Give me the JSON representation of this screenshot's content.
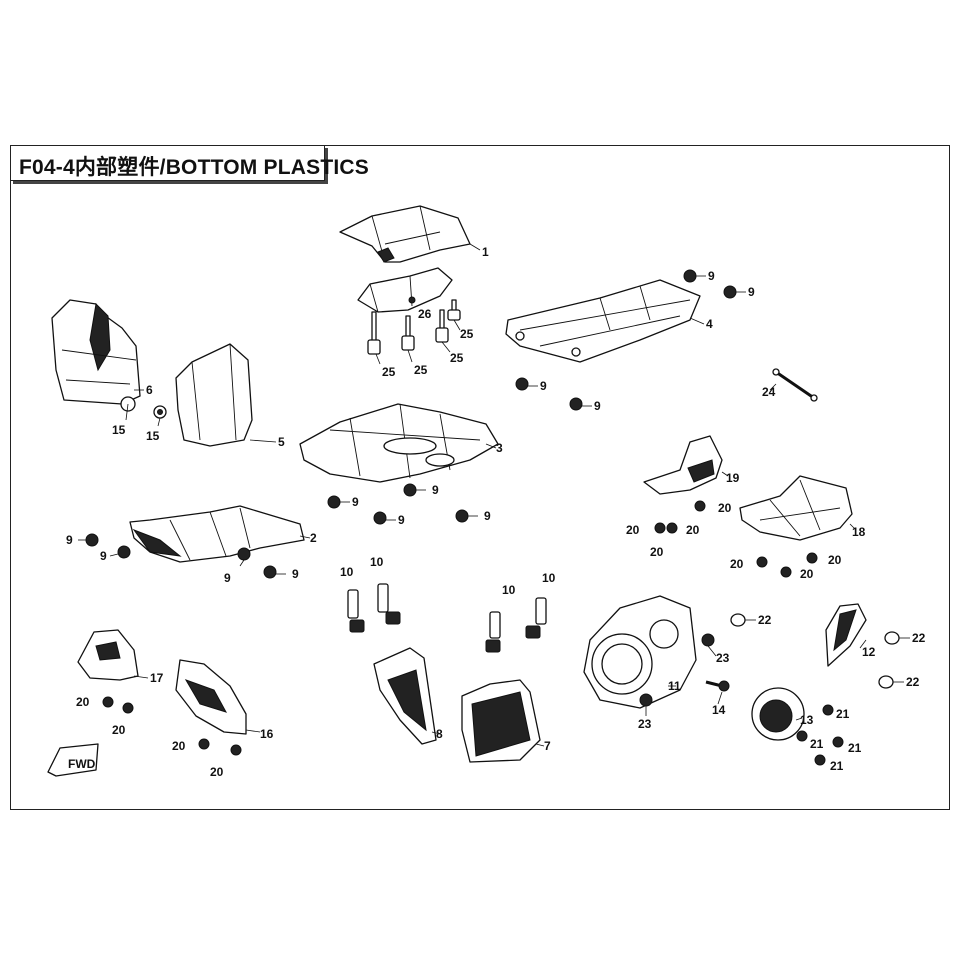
{
  "diagram": {
    "title": "F04-4内部塑件/BOTTOM PLASTICS",
    "fwd_badge": "FWD",
    "labels": [
      {
        "id": "l1",
        "text": "1"
      },
      {
        "id": "l2",
        "text": "2"
      },
      {
        "id": "l3",
        "text": "3"
      },
      {
        "id": "l4",
        "text": "4"
      },
      {
        "id": "l5",
        "text": "5"
      },
      {
        "id": "l6",
        "text": "6"
      },
      {
        "id": "l7",
        "text": "7"
      },
      {
        "id": "l8",
        "text": "8"
      },
      {
        "id": "l9a",
        "text": "9"
      },
      {
        "id": "l9b",
        "text": "9"
      },
      {
        "id": "l9c",
        "text": "9"
      },
      {
        "id": "l9d",
        "text": "9"
      },
      {
        "id": "l9e",
        "text": "9"
      },
      {
        "id": "l9f",
        "text": "9"
      },
      {
        "id": "l9g",
        "text": "9"
      },
      {
        "id": "l9h",
        "text": "9"
      },
      {
        "id": "l9i",
        "text": "9"
      },
      {
        "id": "l9j",
        "text": "9"
      },
      {
        "id": "l9k",
        "text": "9"
      },
      {
        "id": "l9l",
        "text": "9"
      },
      {
        "id": "l10a",
        "text": "10"
      },
      {
        "id": "l10b",
        "text": "10"
      },
      {
        "id": "l10c",
        "text": "10"
      },
      {
        "id": "l10d",
        "text": "10"
      },
      {
        "id": "l11",
        "text": "11"
      },
      {
        "id": "l12",
        "text": "12"
      },
      {
        "id": "l13",
        "text": "13"
      },
      {
        "id": "l14",
        "text": "14"
      },
      {
        "id": "l15a",
        "text": "15"
      },
      {
        "id": "l15b",
        "text": "15"
      },
      {
        "id": "l16",
        "text": "16"
      },
      {
        "id": "l17",
        "text": "17"
      },
      {
        "id": "l18",
        "text": "18"
      },
      {
        "id": "l19",
        "text": "19"
      },
      {
        "id": "l20a",
        "text": "20"
      },
      {
        "id": "l20b",
        "text": "20"
      },
      {
        "id": "l20c",
        "text": "20"
      },
      {
        "id": "l20d",
        "text": "20"
      },
      {
        "id": "l20e",
        "text": "20"
      },
      {
        "id": "l20f",
        "text": "20"
      },
      {
        "id": "l20g",
        "text": "20"
      },
      {
        "id": "l20h",
        "text": "20"
      },
      {
        "id": "l20i",
        "text": "20"
      },
      {
        "id": "l20j",
        "text": "20"
      },
      {
        "id": "l20k",
        "text": "20"
      },
      {
        "id": "l21a",
        "text": "21"
      },
      {
        "id": "l21b",
        "text": "21"
      },
      {
        "id": "l21c",
        "text": "21"
      },
      {
        "id": "l21d",
        "text": "21"
      },
      {
        "id": "l22a",
        "text": "22"
      },
      {
        "id": "l22b",
        "text": "22"
      },
      {
        "id": "l22c",
        "text": "22"
      },
      {
        "id": "l23a",
        "text": "23"
      },
      {
        "id": "l23b",
        "text": "23"
      },
      {
        "id": "l24",
        "text": "24"
      },
      {
        "id": "l25a",
        "text": "25"
      },
      {
        "id": "l25b",
        "text": "25"
      },
      {
        "id": "l25c",
        "text": "25"
      },
      {
        "id": "l25d",
        "text": "25"
      },
      {
        "id": "l26",
        "text": "26"
      }
    ]
  }
}
